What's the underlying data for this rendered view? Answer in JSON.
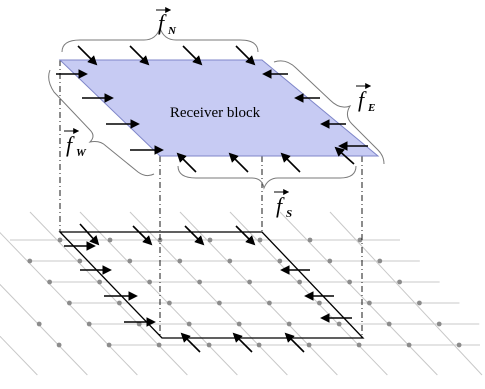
{
  "title": "Receiver block",
  "labels": {
    "north": {
      "base": "f",
      "sub": "N",
      "vector_arrow": true
    },
    "east": {
      "base": "f",
      "sub": "E",
      "vector_arrow": true
    },
    "west": {
      "base": "f",
      "sub": "W",
      "vector_arrow": true
    },
    "south": {
      "base": "f",
      "sub": "S",
      "vector_arrow": true
    }
  },
  "colors": {
    "block_fill": "#c7cbf3",
    "block_stroke": "#7f86c9",
    "grid_line": "#c8c8c8",
    "grid_node": "#8c8c8c",
    "arrow": "#000000",
    "projection_line": "#000000"
  },
  "projection": {
    "dash_style": "dash-dot"
  }
}
